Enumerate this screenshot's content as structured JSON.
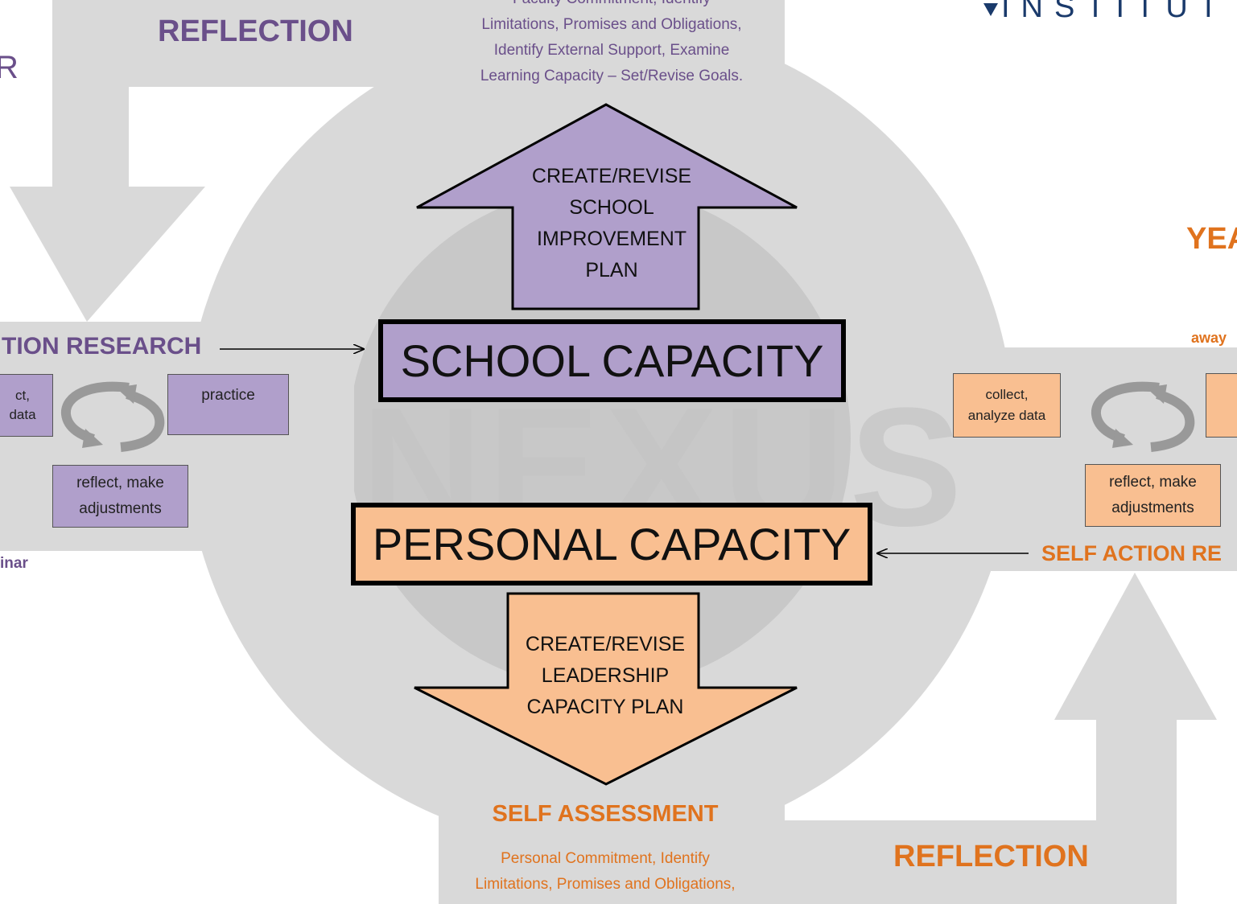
{
  "top_section": {
    "reflection_label": "REFLECTION",
    "description_lines": [
      "Faculty Commitment, Identify",
      "Limitations, Promises and Obligations,",
      "Identify External Support, Examine",
      "Learning Capacity – Set/Revise Goals."
    ]
  },
  "logo": {
    "text": "INSTITUT"
  },
  "school_plan_arrow": {
    "lines": [
      "CREATE/REVISE",
      "SCHOOL",
      "IMPROVEMENT",
      "PLAN"
    ]
  },
  "school_capacity": {
    "label": "SCHOOL CAPACITY"
  },
  "personal_capacity": {
    "label": "PERSONAL CAPACITY"
  },
  "leadership_plan_arrow": {
    "lines": [
      "CREATE/REVISE",
      "LEADERSHIP",
      "CAPACITY PLAN"
    ]
  },
  "watermark": {
    "text": "NEXUS"
  },
  "left_action_research": {
    "title": "TION RESEARCH",
    "collect_box": [
      "ct,",
      "data"
    ],
    "practice_box": "practice",
    "reflect_box": [
      "reflect, make",
      "adjustments"
    ],
    "footer": "inar"
  },
  "left_partial_letter": "R",
  "right_year": {
    "label": "YEA",
    "subtitle": "away"
  },
  "right_self_action_research": {
    "title": "SELF ACTION RE",
    "collect_box": [
      "collect,",
      "analyze data"
    ],
    "reflect_box": [
      "reflect, make",
      "adjustments"
    ]
  },
  "self_assessment": {
    "title": "SELF ASSESSMENT",
    "description_lines": [
      "Personal Commitment, Identify",
      "Limitations, Promises and Obligations,"
    ]
  },
  "bottom_reflection": {
    "label": "REFLECTION"
  },
  "colors": {
    "purple_fill": "#b09fcb",
    "purple_text": "#6a4f8a",
    "orange_fill": "#f9bf91",
    "orange_text": "#e0731e",
    "gray_flow": "#d9d9d9",
    "gray_cycle": "#999999"
  }
}
